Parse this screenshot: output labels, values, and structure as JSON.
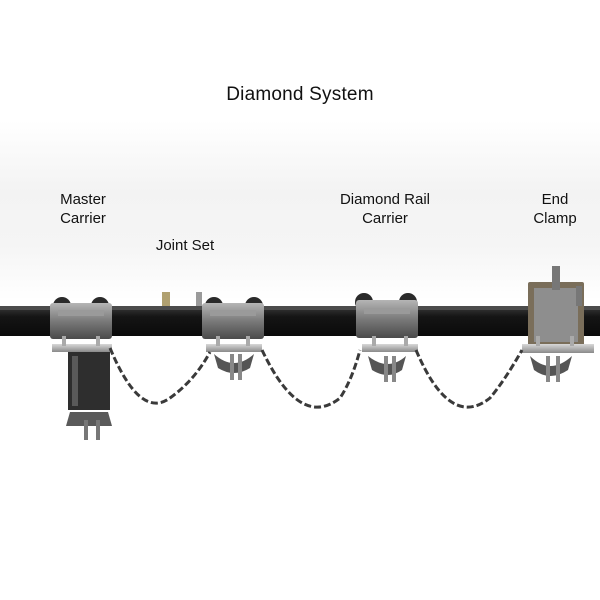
{
  "title": "Diamond System",
  "labels": {
    "master_carrier": "Master\nCarrier",
    "joint_set": "Joint Set",
    "diamond_rail_carrier": "Diamond Rail\nCarrier",
    "end_clamp": "End\nClamp"
  },
  "colors": {
    "rail": "#1c1c1c",
    "metal": "#8c8c8c",
    "metal_dark": "#4a4a4a",
    "chain": "#3a3a3a",
    "background": "#ffffff"
  }
}
